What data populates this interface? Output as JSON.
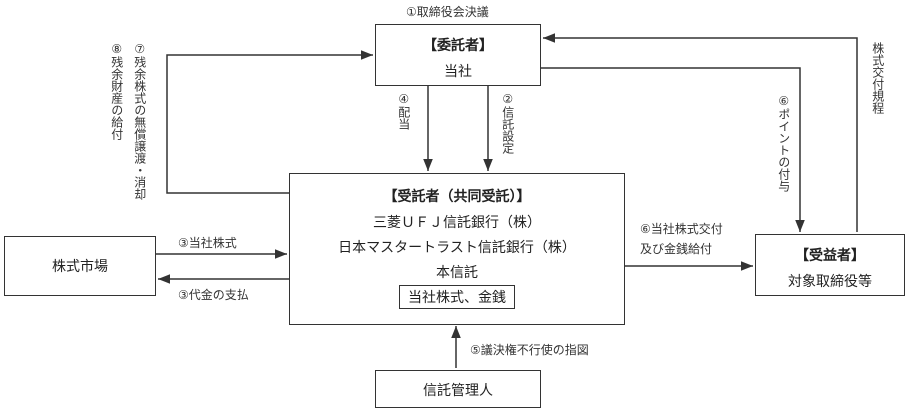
{
  "boxes": {
    "itakusha": {
      "title": "【委託者】",
      "sub": "当社"
    },
    "jutakusha": {
      "title": "【受託者（共同受託）】",
      "line1": "三菱ＵＦＪ信託銀行（株）",
      "line2": "日本マスタートラスト信託銀行（株）",
      "line3": "本信託",
      "inner": "当社株式、金銭"
    },
    "market": {
      "label": "株式市場"
    },
    "beneficiary": {
      "title": "【受益者】",
      "sub": "対象取締役等"
    },
    "trust_admin": {
      "label": "信託管理人"
    }
  },
  "labels": {
    "board_resolution": "①取締役会決議",
    "trust_setup": "②信託設定",
    "company_shares": "③当社株式",
    "payment": "③代金の支払",
    "dividend": "④配当",
    "voting": "⑤議決権不行使の指図",
    "points": "⑥ポイントの付与",
    "deliver": "⑥当社株式交付",
    "deliver2": "及び金銭給付",
    "free_transfer": "⑦残余株式の無償譲渡・消却",
    "residual": "⑧残余財産の給付",
    "regulation": "株式交付規程"
  }
}
